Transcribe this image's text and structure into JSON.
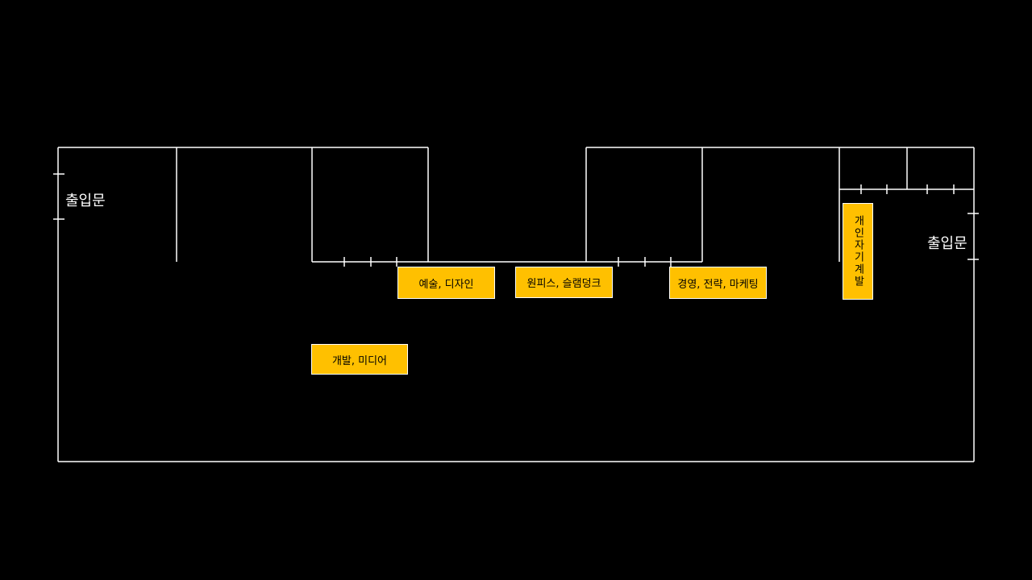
{
  "colors": {
    "background": "#000000",
    "lines": "#FFFFFF",
    "zone_fill": "#FFC000"
  },
  "entrances": {
    "left": "출입문",
    "right": "출입문"
  },
  "zones": {
    "art_design": "예술, 디자인",
    "one_piece": "원피스, 슬램덩크",
    "business": "경영, 전략, 마케팅",
    "self_dev": "개인자기계발",
    "dev_media": "개발, 미디어"
  }
}
